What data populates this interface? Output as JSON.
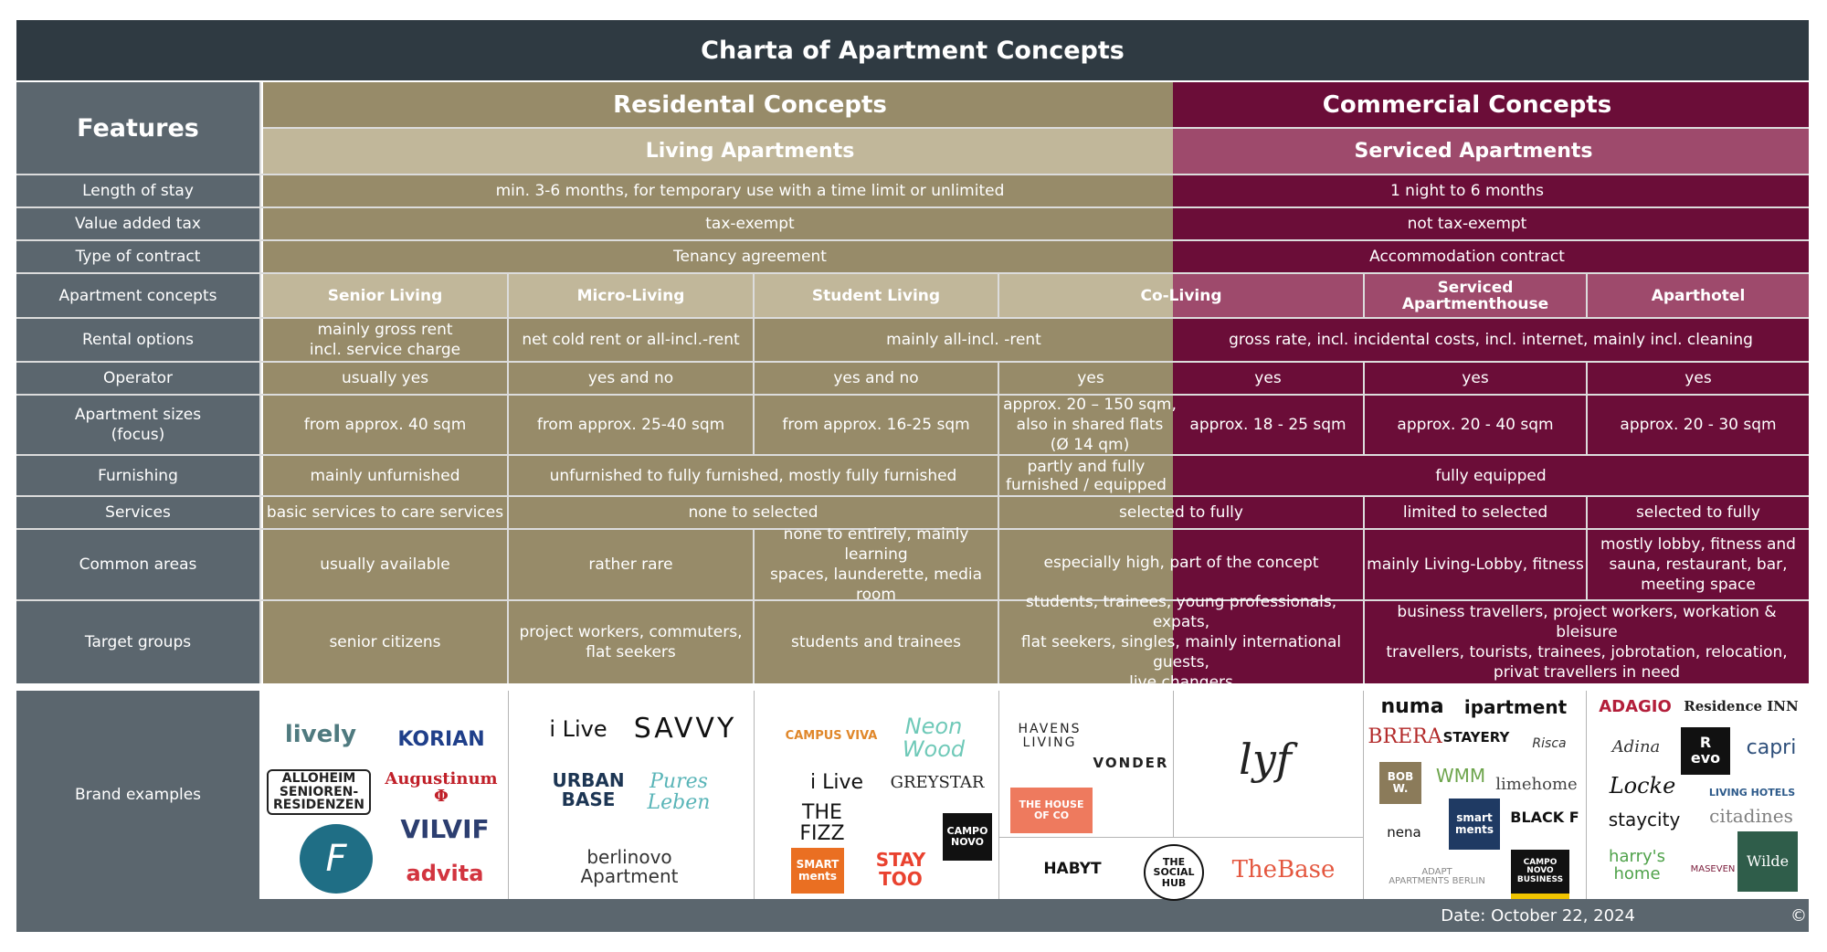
{
  "title": "Charta of Apartment Concepts",
  "features_header": "Features",
  "residential": {
    "title": "Residental Concepts",
    "subtitle": "Living Apartments"
  },
  "commercial": {
    "title": "Commercial Concepts",
    "subtitle": "Serviced Apartments"
  },
  "colors": {
    "dark": "#2f3a42",
    "slate": "#5b666e",
    "tan": "#978b69",
    "light_tan": "#c1b79a",
    "wine": "#6b0d38",
    "light_wine": "#9e4a6c"
  },
  "features": {
    "length_of_stay": "Length of stay",
    "vat": "Value added tax",
    "contract": "Type of contract",
    "concepts": "Apartment concepts",
    "rental": "Rental options",
    "operator": "Operator",
    "sizes": "Apartment sizes\n(focus)",
    "furnishing": "Furnishing",
    "services": "Services",
    "common": "Common areas",
    "target": "Target groups",
    "brands": "Brand examples"
  },
  "cells": {
    "stay_res": "min. 3-6 months, for temporary use with a time limit or unlimited",
    "stay_com": "1 night to 6 months",
    "vat_res": "tax-exempt",
    "vat_com": "not tax-exempt",
    "contract_res": "Tenancy agreement",
    "contract_com": "Accommodation contract",
    "concept_senior": "Senior Living",
    "concept_micro": "Micro-Living",
    "concept_student": "Student Living",
    "concept_coliving": "Co-Living",
    "concept_serviced": "Serviced\nApartmenthouse",
    "concept_apart": "Aparthotel",
    "rental_senior": "mainly gross rent\nincl. service charge",
    "rental_micro": "net cold rent or all-incl.-rent",
    "rental_student": "mainly all-incl. -rent",
    "rental_com": "gross rate, incl. incidental costs, incl. internet, mainly incl. cleaning",
    "op_senior": "usually yes",
    "op_micro": "yes and no",
    "op_student": "yes and no",
    "op_coliving": "yes",
    "op_coliving2": "yes",
    "op_serviced": "yes",
    "op_apart": "yes",
    "size_senior": "from approx. 40 sqm",
    "size_micro": "from approx. 25-40 sqm",
    "size_student": "from approx. 16-25 sqm",
    "size_coliving": "approx. 20 – 150 sqm,\nalso in shared flats\n(Ø 14 qm)",
    "size_coliving2": "approx. 18 - 25 sqm",
    "size_serviced": "approx. 20 - 40 sqm",
    "size_apart": "approx. 20 - 30 sqm",
    "furn_senior": "mainly unfurnished",
    "furn_micro_student": "unfurnished to fully furnished, mostly fully furnished",
    "furn_coliving": "partly and fully\nfurnished / equipped",
    "furn_com": "fully equipped",
    "serv_senior": "basic services to care services",
    "serv_micro_student": "none to selected",
    "serv_coliving": "selected to fully",
    "serv_serviced": "limited to selected",
    "serv_apart": "selected to fully",
    "common_senior": "usually available",
    "common_micro": "rather rare",
    "common_student": "none to entirely, mainly learning\nspaces, launderette, media room",
    "common_coliving": "especially high, part of the concept",
    "common_serviced": "mainly Living-Lobby, fitness",
    "common_apart": "mostly lobby, fitness and\nsauna, restaurant, bar,\nmeeting space",
    "target_senior": "senior citizens",
    "target_micro": "project workers, commuters,\nflat seekers",
    "target_student": "students and trainees",
    "target_coliving": "students, trainees, young professionals, expats,\nflat seekers, singles, mainly international guests,\nlive changers",
    "target_com": "business travellers, project workers, workation & bleisure\ntravellers, tourists, trainees, jobrotation, relocation,\nprivat travellers in need"
  },
  "brands": {
    "senior": [
      "lively",
      "KORIAN",
      "ALLOHEIM\nSENIOREN-RESIDENZEN",
      "Augustinum Φ",
      "VILVIF",
      "advita"
    ],
    "micro": [
      "i Live",
      "SAVVY",
      "URBAN\nBASE",
      "Pures\nLeben",
      "berlinovo\nApartment"
    ],
    "student": [
      "CAMPUS VIVA",
      "Neon\nWood",
      "i Live",
      "GREYSTAR",
      "THE FIZZ",
      "CAMPO\nNOVO",
      "SMART\nments",
      "STAY\nTOO"
    ],
    "coliving": [
      "HAVENS\nLIVING",
      "VONDER",
      "THE HOUSE OF CO",
      "lyf",
      "HABYT",
      "THE\nSOCIAL\nHUB",
      "TheBase"
    ],
    "serviced": [
      "numa",
      "ipartment",
      "BRERA",
      "STAYERY",
      "Risca",
      "BOB\nW.",
      "WMM",
      "limehome",
      "nena",
      "smart\nments",
      "BLACK F",
      "ADAPT\nAPARTMENTS BERLIN",
      "CAMPO NOVO\nBUSINESS"
    ],
    "apart": [
      "ADAGIO",
      "Residence INN",
      "Adina",
      "R\nevo",
      "capri",
      "Locke",
      "LIVING HOTELS",
      "staycity",
      "citadines",
      "harry's\nhome",
      "MASEVEN",
      "Wilde"
    ]
  },
  "footer": {
    "date": "Date: October 22, 2024",
    "copyright": "© Apartmentservice"
  }
}
